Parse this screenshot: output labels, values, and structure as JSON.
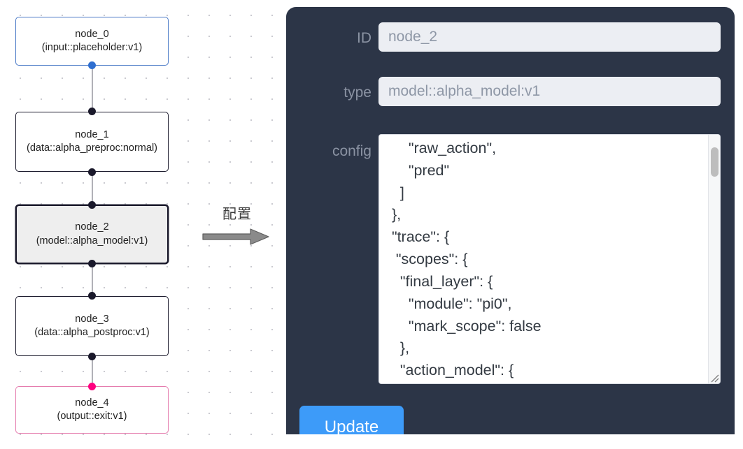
{
  "canvas": {
    "name": "node-graph-canvas",
    "grid": "dot-grid",
    "nodes": [
      {
        "id": "node_0",
        "title": "node_0",
        "subtitle": "(input::placeholder:v1)",
        "type": "input::placeholder:v1",
        "role": "input",
        "selected": false,
        "border_color": "#4a7ac7",
        "handle_color": "#2f6fd0"
      },
      {
        "id": "node_1",
        "title": "node_1",
        "subtitle": "(data::alpha_preproc:normal)",
        "type": "data::alpha_preproc:normal",
        "role": "default",
        "selected": false,
        "border_color": "#1a192b",
        "handle_color": "#1a192b"
      },
      {
        "id": "node_2",
        "title": "node_2",
        "subtitle": "(model::alpha_model:v1)",
        "type": "model::alpha_model:v1",
        "role": "default",
        "selected": true,
        "border_color": "#1a192b",
        "handle_color": "#1a192b"
      },
      {
        "id": "node_3",
        "title": "node_3",
        "subtitle": "(data::alpha_postproc:v1)",
        "type": "data::alpha_postproc:v1",
        "role": "default",
        "selected": false,
        "border_color": "#1a192b",
        "handle_color": "#1a192b"
      },
      {
        "id": "node_4",
        "title": "node_4",
        "subtitle": "(output::exit:v1)",
        "type": "output::exit:v1",
        "role": "output",
        "selected": false,
        "border_color": "#e57cae",
        "handle_color": "#ff0080"
      }
    ]
  },
  "annotation": {
    "label": "配置",
    "arrow": "right-arrow"
  },
  "panel": {
    "name": "node-config-panel",
    "background_color": "#2c3547",
    "fields": {
      "id": {
        "label": "ID",
        "value": "node_2"
      },
      "type": {
        "label": "type",
        "value": "model::alpha_model:v1"
      },
      "config": {
        "label": "config",
        "value": "      \"raw_action\",\n      \"pred\"\n    ]\n  },\n  \"trace\": {\n   \"scopes\": {\n    \"final_layer\": {\n      \"module\": \"pi0\",\n      \"mark_scope\": false\n    },\n    \"action_model\": {"
      }
    },
    "update_button": {
      "label": "Update",
      "color": "#3d9bf9"
    },
    "scrollbar": {
      "thumb_position": "near-top"
    }
  }
}
